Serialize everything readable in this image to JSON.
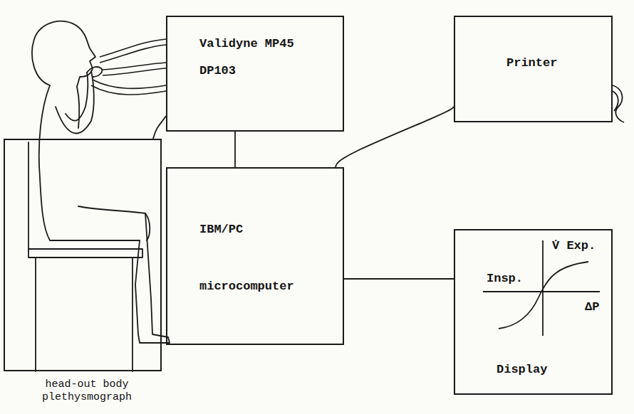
{
  "diagram": {
    "nodes": [
      {
        "text": [
          "head-out body plethysmograph"
        ]
      },
      {
        "text": [
          "Validyne MP45",
          "DP103"
        ]
      },
      {
        "text": [
          "Printer"
        ]
      },
      {
        "text": [
          "IBM/PC",
          "microcomputer"
        ]
      },
      {
        "text": [
          "V̇ Exp.",
          "Insp.",
          "ΔP",
          "Display"
        ]
      }
    ],
    "edges": [
      {
        "from": 0,
        "to": 1,
        "arrow": "none"
      },
      {
        "from": 1,
        "to": 3,
        "arrow": "none"
      },
      {
        "from": 3,
        "to": 2,
        "arrow": "none"
      },
      {
        "from": 3,
        "to": 4,
        "arrow": "none"
      }
    ]
  }
}
